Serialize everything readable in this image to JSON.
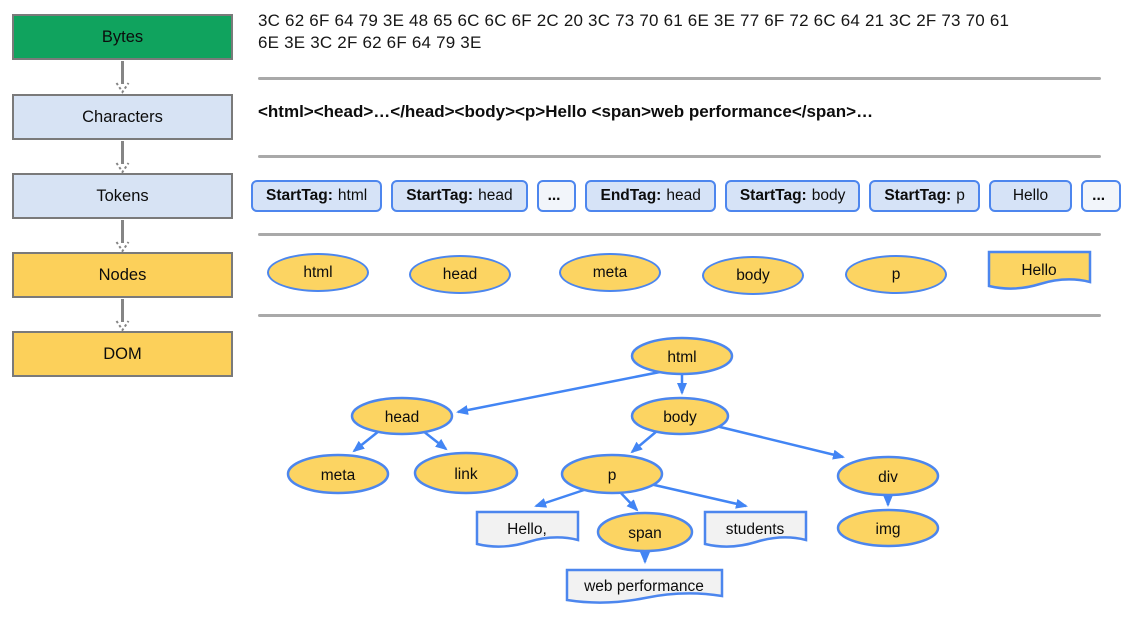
{
  "colors": {
    "stage_green": "#10A35E",
    "stage_light_blue": "#D7E3F4",
    "stage_yellow": "#FCD05A",
    "node_yellow": "#FCD462",
    "node_border_blue": "#4C86EE",
    "arrow_blue": "#4285F4",
    "box_border_gray": "#7A7A7A",
    "divider_gray": "#A9A9A9",
    "text_node_fill": "#F2F2F2"
  },
  "pipeline": {
    "stages": [
      {
        "label": "Bytes"
      },
      {
        "label": "Characters"
      },
      {
        "label": "Tokens"
      },
      {
        "label": "Nodes"
      },
      {
        "label": "DOM"
      }
    ]
  },
  "bytes_row": {
    "line1": "3C 62 6F 64 79 3E 48 65 6C 6C 6F 2C 20 3C 73 70 61 6E 3E 77 6F 72 6C 64 21 3C 2F 73 70 61",
    "line2": "6E 3E 3C 2F 62 6F 64 79 3E"
  },
  "characters_row": {
    "text": "<html><head>…</head><body><p>Hello <span>web performance</span>…"
  },
  "tokens_row": {
    "tokens": [
      {
        "label": "StartTag:",
        "value": "html"
      },
      {
        "label": "StartTag:",
        "value": "head"
      },
      {
        "value": "..."
      },
      {
        "label": "EndTag:",
        "value": "head"
      },
      {
        "label": "StartTag:",
        "value": "body"
      },
      {
        "label": "StartTag:",
        "value": "p"
      },
      {
        "value": "Hello"
      },
      {
        "value": "..."
      }
    ]
  },
  "nodes_row": {
    "items": [
      {
        "label": "html"
      },
      {
        "label": "head"
      },
      {
        "label": "meta"
      },
      {
        "label": "body"
      },
      {
        "label": "p"
      }
    ],
    "text_node": {
      "label": "Hello"
    }
  },
  "dom_tree": {
    "nodes": {
      "html": {
        "label": "html",
        "type": "element"
      },
      "head": {
        "label": "head",
        "type": "element"
      },
      "meta": {
        "label": "meta",
        "type": "element"
      },
      "link": {
        "label": "link",
        "type": "element"
      },
      "body": {
        "label": "body",
        "type": "element"
      },
      "p": {
        "label": "p",
        "type": "element"
      },
      "hello": {
        "label": "Hello,",
        "type": "text"
      },
      "span": {
        "label": "span",
        "type": "element"
      },
      "students": {
        "label": "students",
        "type": "text"
      },
      "div": {
        "label": "div",
        "type": "element"
      },
      "img": {
        "label": "img",
        "type": "element"
      },
      "webperf": {
        "label": "web performance",
        "type": "text"
      }
    },
    "edges": [
      [
        "html",
        "head"
      ],
      [
        "html",
        "body"
      ],
      [
        "head",
        "meta"
      ],
      [
        "head",
        "link"
      ],
      [
        "body",
        "p"
      ],
      [
        "body",
        "div"
      ],
      [
        "p",
        "hello"
      ],
      [
        "p",
        "span"
      ],
      [
        "p",
        "students"
      ],
      [
        "span",
        "webperf"
      ],
      [
        "div",
        "img"
      ]
    ]
  }
}
